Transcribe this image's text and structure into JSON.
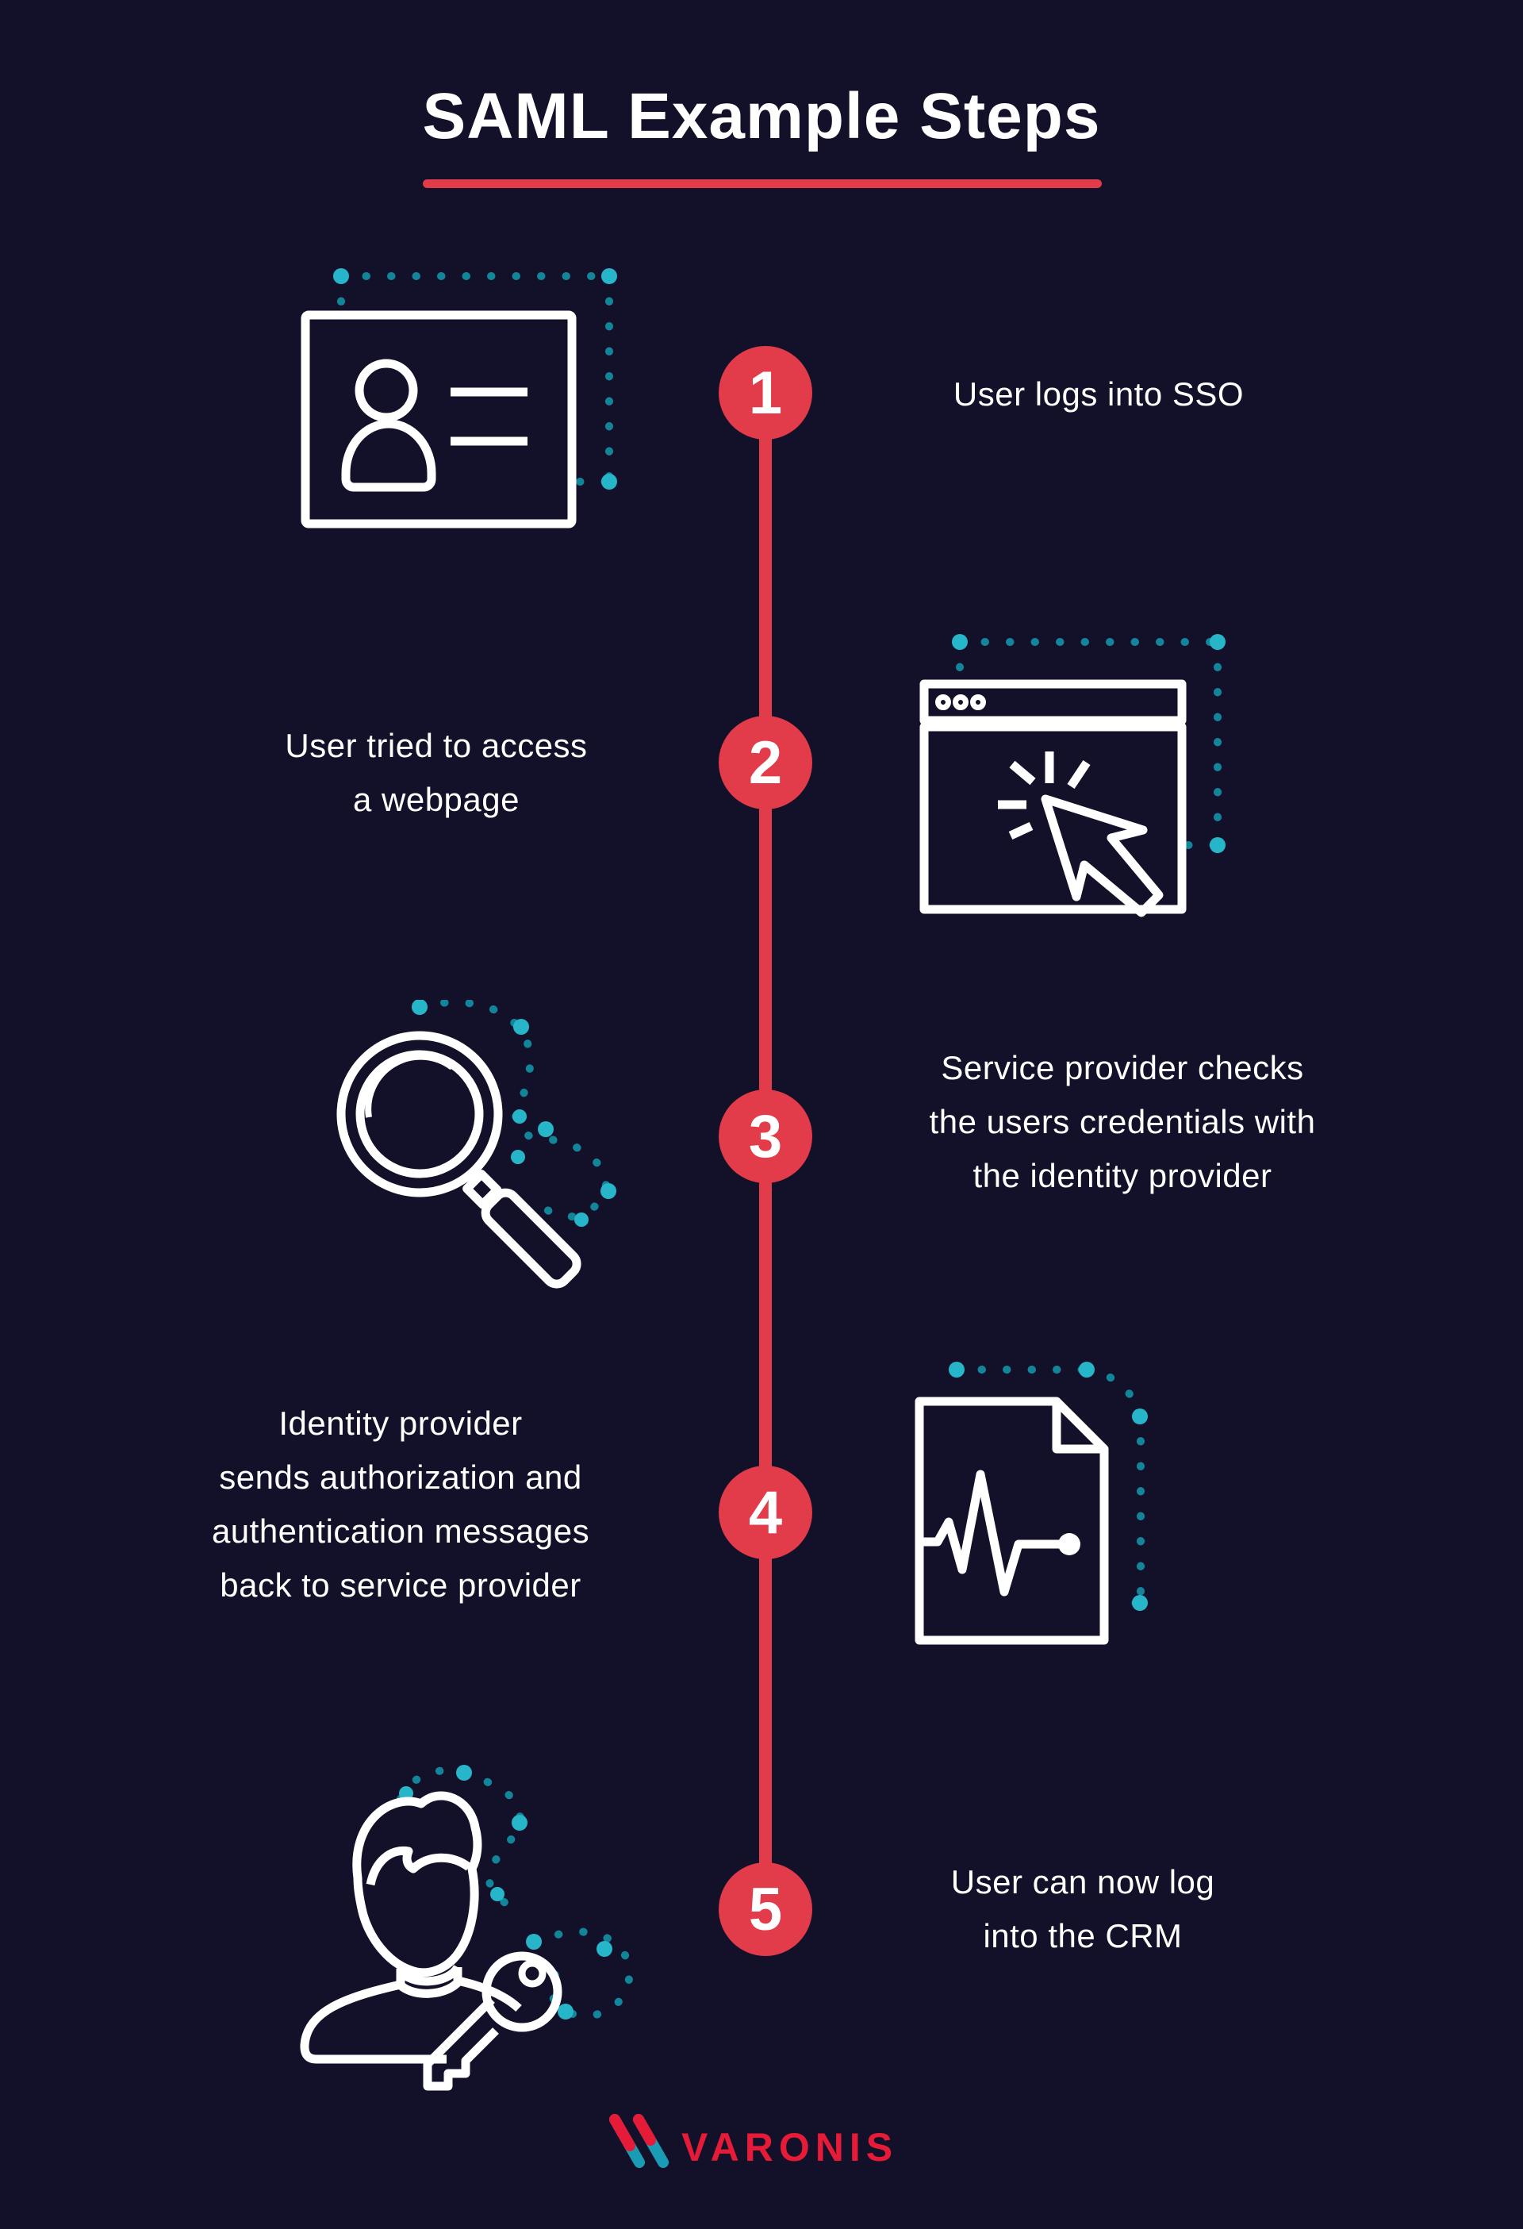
{
  "page": {
    "title": "SAML Example Steps"
  },
  "colors": {
    "background": "#131129",
    "accent_red": "#e23b49",
    "logo_red": "#e51b37",
    "teal_dots": "#12859a",
    "teal_bright": "#27b5c9",
    "text": "#ffffff"
  },
  "steps": [
    {
      "number": "1",
      "label": "User logs into SSO",
      "icon": "id-card-icon"
    },
    {
      "number": "2",
      "label": "User tried to access\na webpage",
      "icon": "browser-click-icon"
    },
    {
      "number": "3",
      "label": "Service provider checks\nthe users credentials with\nthe identity provider",
      "icon": "magnifier-icon"
    },
    {
      "number": "4",
      "label": "Identity provider\nsends authorization and\nauthentication messages\nback to service provider",
      "icon": "document-pulse-icon"
    },
    {
      "number": "5",
      "label": "User can now log\ninto the CRM",
      "icon": "user-key-icon"
    }
  ],
  "footer": {
    "brand": "VARONIS"
  }
}
